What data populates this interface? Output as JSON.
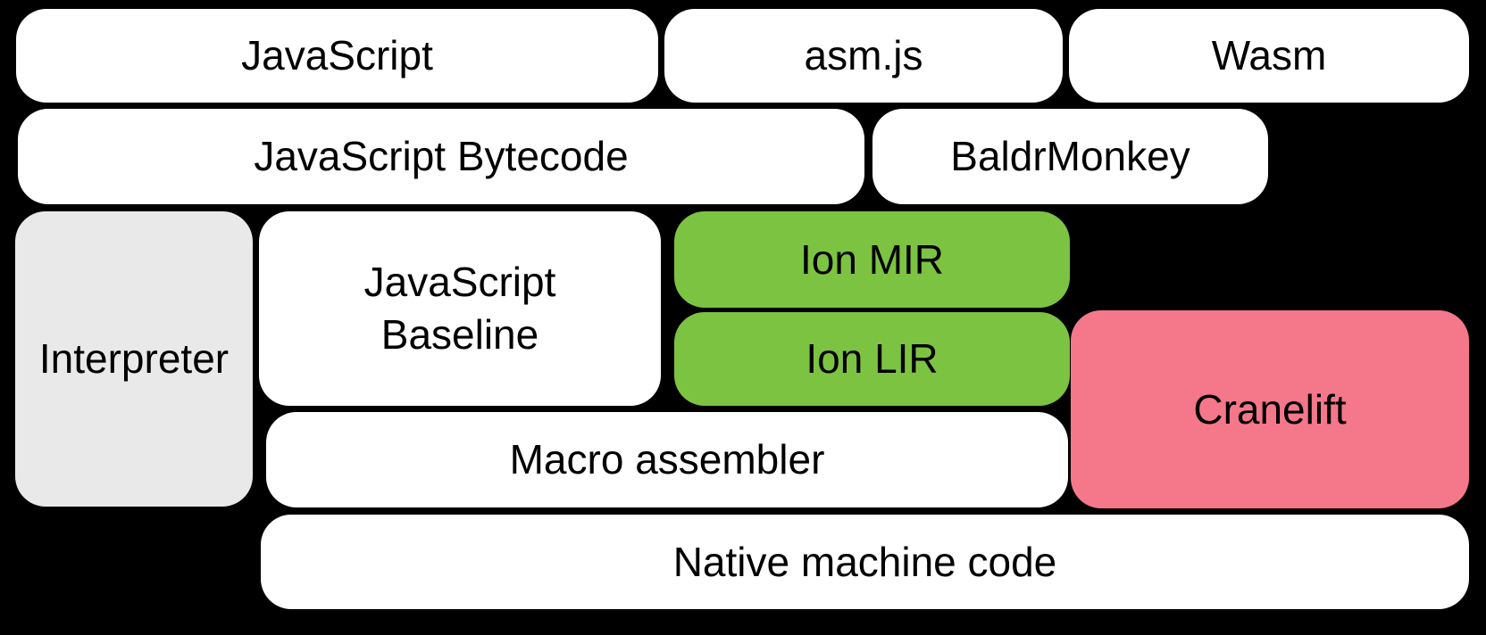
{
  "colors": {
    "background": "#000000",
    "white": "#ffffff",
    "gray": "#e9e9e9",
    "green": "#7cc342",
    "pink": "#f5788a",
    "text": "#000000"
  },
  "boxes": [
    {
      "id": "javascript",
      "label": "JavaScript",
      "color": "white"
    },
    {
      "id": "asmjs",
      "label": "asm.js",
      "color": "white"
    },
    {
      "id": "wasm",
      "label": "Wasm",
      "color": "white"
    },
    {
      "id": "javascript-bytecode",
      "label": "JavaScript Bytecode",
      "color": "white"
    },
    {
      "id": "baldrmonkey",
      "label": "BaldrMonkey",
      "color": "white"
    },
    {
      "id": "interpreter",
      "label": "Interpreter",
      "color": "gray"
    },
    {
      "id": "javascript-baseline",
      "label": "JavaScript\nBaseline",
      "color": "white"
    },
    {
      "id": "ion-mir",
      "label": "Ion MIR",
      "color": "green"
    },
    {
      "id": "ion-lir",
      "label": "Ion LIR",
      "color": "green"
    },
    {
      "id": "cranelift",
      "label": "Cranelift",
      "color": "pink"
    },
    {
      "id": "macro-assembler",
      "label": "Macro assembler",
      "color": "white"
    },
    {
      "id": "native-machine-code",
      "label": "Native machine code",
      "color": "white"
    }
  ]
}
